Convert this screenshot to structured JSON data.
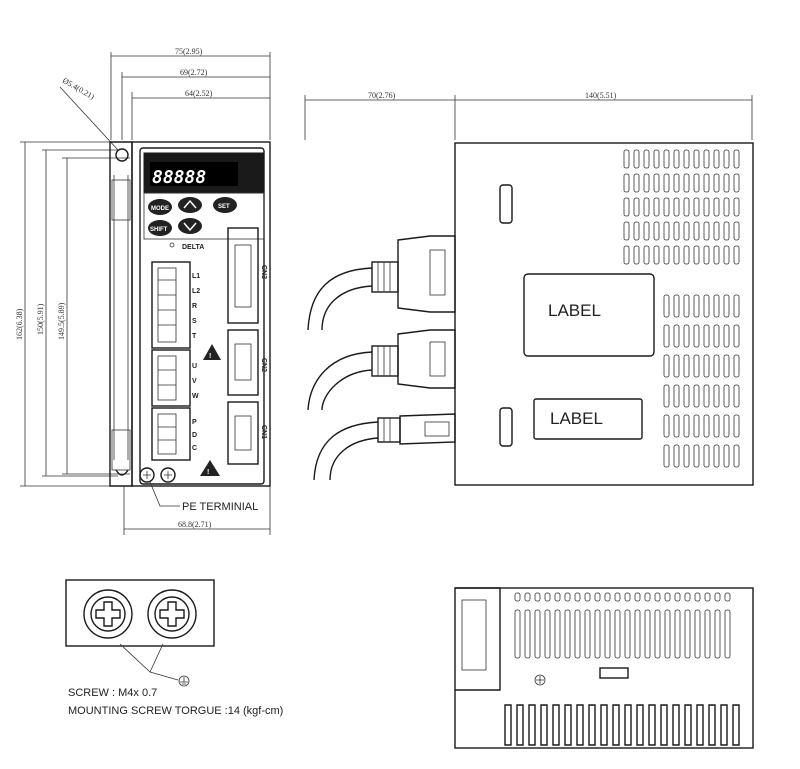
{
  "dimensions": {
    "front_width": "75(2.95)",
    "mount_width": "69(2.72)",
    "inner_width": "64(2.52)",
    "hole_dia": "Ø5.4(0.21)",
    "height_total": "162(6.38)",
    "height_mount": "150(5.91)",
    "height_inner": "149.5(5.89)",
    "bottom_width": "68.8(2.71)",
    "connector_depth": "70(2.76)",
    "body_depth": "140(5.51)"
  },
  "labels": {
    "label_top": "LABEL",
    "label_bottom": "LABEL",
    "pe_terminal": "PE TERMINIAL"
  },
  "front_panel": {
    "display": "88888",
    "buttons": [
      "MODE",
      "SHIFT",
      "SET"
    ],
    "brand": "DELTA",
    "connectors": [
      "CN3",
      "CN2",
      "CN1"
    ],
    "terminals_power": [
      "L1",
      "L2",
      "R",
      "S",
      "T"
    ],
    "terminals_motor": [
      "U",
      "V",
      "W"
    ],
    "terminals_regen": [
      "P",
      "D",
      "C"
    ]
  },
  "notes": {
    "screw": "SCREW : M4x 0.7",
    "torque": "MOUNTING SCREW TORGUE :14 (kgf-cm)"
  }
}
